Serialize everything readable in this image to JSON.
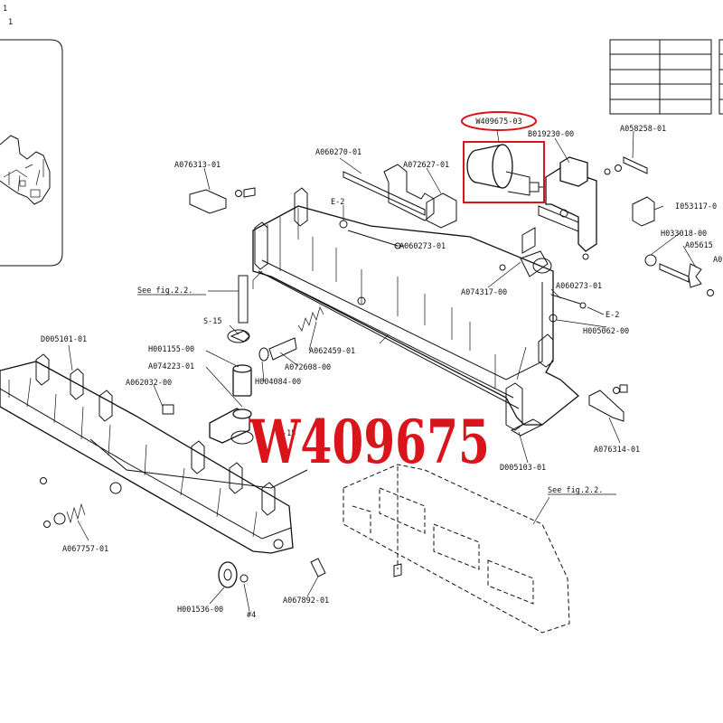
{
  "corner_marks": [
    "1",
    "1"
  ],
  "callout": {
    "part_number": "W409675-03",
    "overlay_text": "W409675",
    "color": "#d9151b"
  },
  "cross_refs": [
    "See fig.2.2.",
    "See fig.2.2."
  ],
  "parts": [
    "A058258-01",
    "B019230-00",
    "A060270-01",
    "A072627-01",
    "A076313-01",
    "E-2",
    "A060273-01",
    "I053117-0",
    "H033018-00",
    "A05615",
    "A074317-00",
    "A060273-01",
    "E-2",
    "H005062-00",
    "S-15",
    "A062459-01",
    "H001155-00",
    "A072608-00",
    "A074223-01",
    "H004084-00",
    "D005101-01",
    "A062032-00",
    "A076314-01",
    "D005103-01",
    "A067757-01",
    "H001536-00",
    "A067892-01",
    "#4",
    "-15",
    "A0"
  ]
}
